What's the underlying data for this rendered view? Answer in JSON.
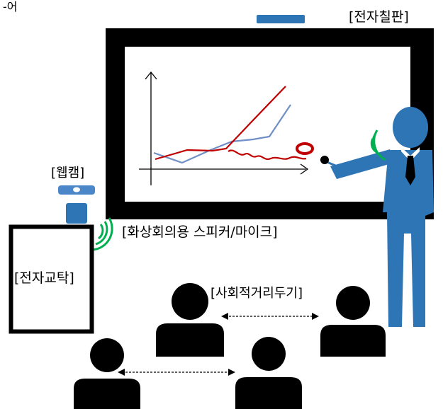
{
  "labels": {
    "top_left_fragment": "-어",
    "electronic_board": "[전자칠판]",
    "webcam": "[웹캠]",
    "speaker_mic": "[화상회의용 스피커/마이크]",
    "electronic_desk": "[전자교탁]",
    "social_distancing": "[사회적거리두기]"
  },
  "colors": {
    "presenter_blue": "#2e75b6",
    "webcam_blue": "#4a86c8",
    "line_red": "#c00000",
    "line_blue": "#6f8fc6",
    "signal_green": "#00b050",
    "black": "#000000"
  },
  "icons": [
    "webcam-icon",
    "signal-waves-icon",
    "presenter-icon",
    "student-icon",
    "double-arrow-icon"
  ]
}
